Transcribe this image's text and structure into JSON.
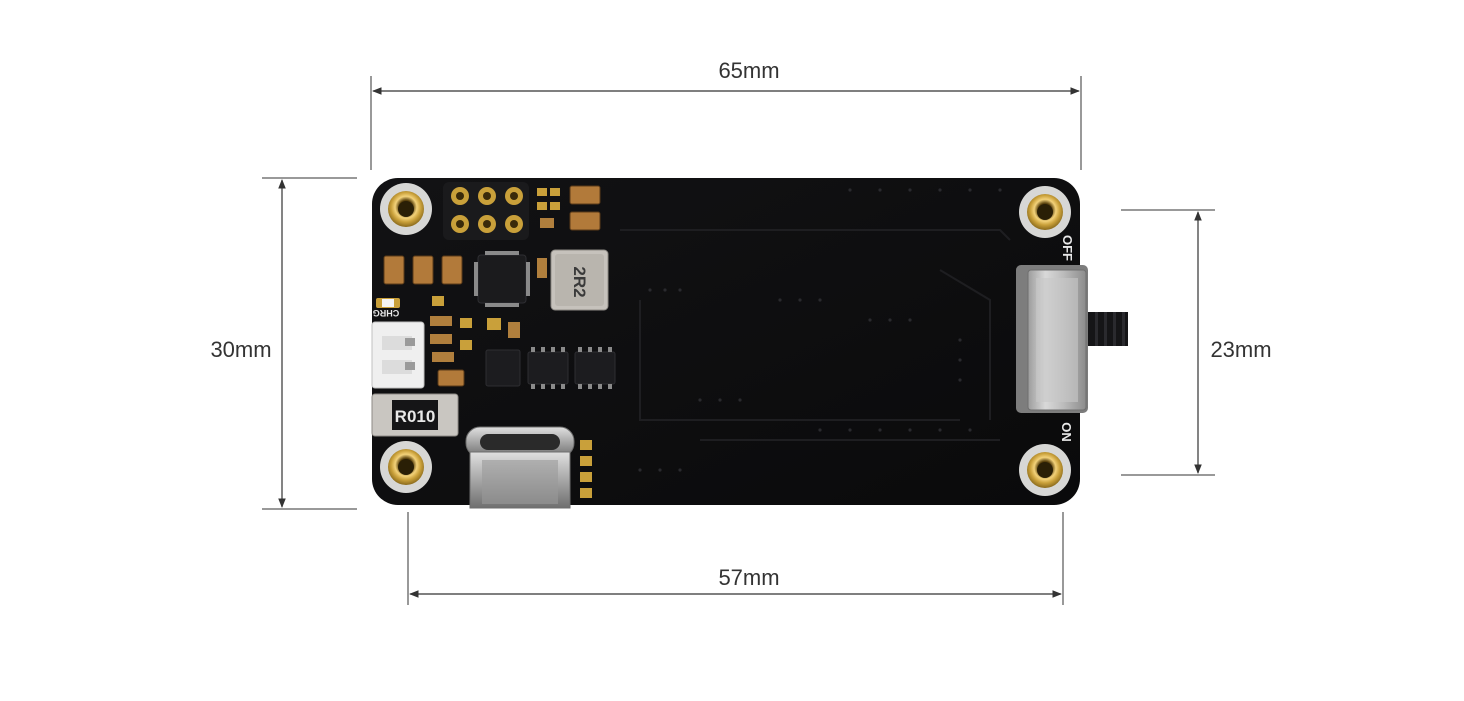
{
  "dimensions": {
    "overall_width": "65mm",
    "hole_spacing_width": "57mm",
    "overall_height": "30mm",
    "hole_spacing_height": "23mm"
  },
  "board": {
    "switch_off_label": "OFF",
    "switch_on_label": "ON",
    "charge_led_label": "CHRG",
    "resistor_marking": "R010",
    "inductor_marking": "2R2"
  },
  "colors": {
    "pcb": "#0d0d0e",
    "gold": "#c9a03a",
    "silkscreen": "#e8e8e8",
    "dimension_line": "#333333"
  }
}
